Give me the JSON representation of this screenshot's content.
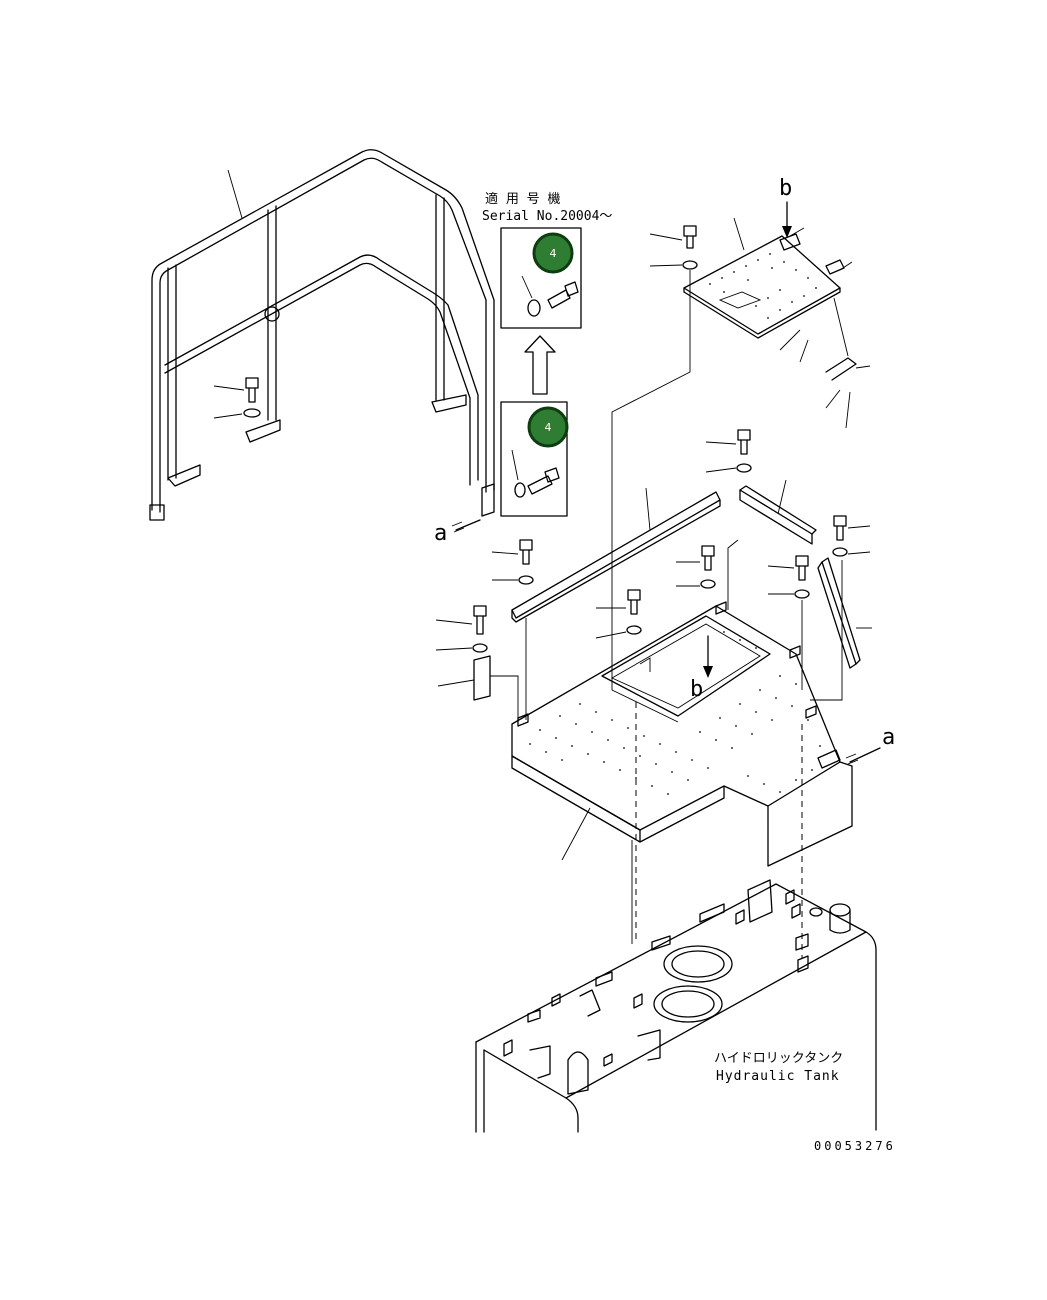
{
  "serial_note": {
    "line1": "適 用 号 機",
    "line2": "Serial No.20004～"
  },
  "badges": [
    "4",
    "4"
  ],
  "callouts": {
    "a_upper": "a",
    "a_lower": "a",
    "b_upper": "b",
    "b_lower": "b"
  },
  "tank_label": {
    "line1": "ハイドロリックタンク",
    "line2": "Hydraulic Tank"
  },
  "drawing_number": "00053276",
  "colors": {
    "badge_fill": "#2e7d32",
    "badge_ring": "#0d3d10",
    "line": "#000000",
    "background": "#ffffff"
  }
}
